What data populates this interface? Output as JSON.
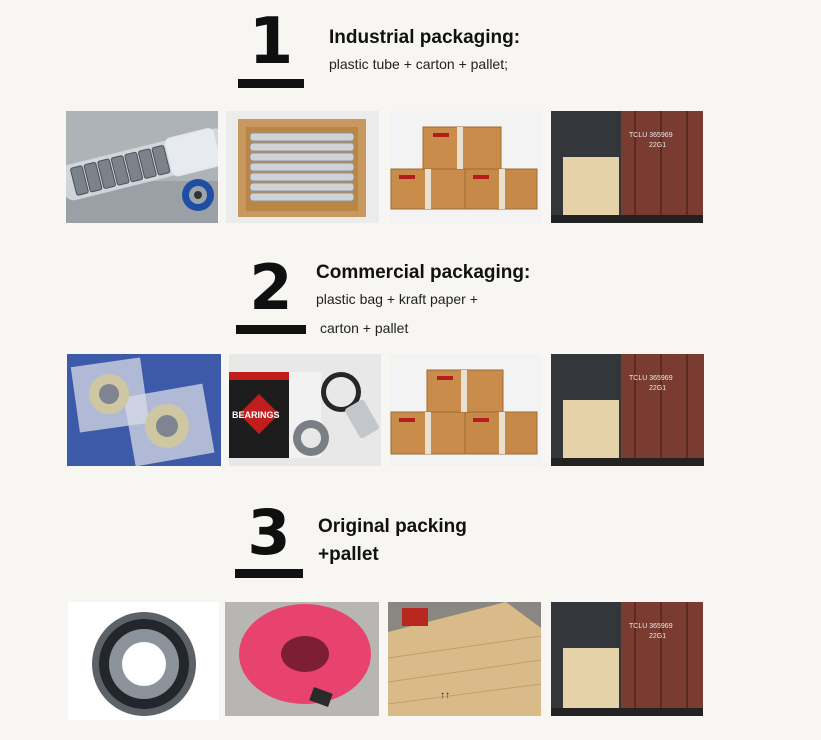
{
  "sections": [
    {
      "number": "1",
      "title": "Industrial packaging:",
      "desc_line1": "plastic tube + carton + pallet;",
      "photos": [
        "bearings-in-plastic-tube",
        "tubes-in-carton",
        "stacked-cartons",
        "shipping-container"
      ]
    },
    {
      "number": "2",
      "title": "Commercial packaging:",
      "desc_line1": "plastic bag + kraft paper +",
      "desc_line2": "carton + pallet",
      "photos": [
        "bearings-in-plastic-bags",
        "branded-box-with-bearings",
        "stacked-cartons",
        "shipping-container"
      ]
    },
    {
      "number": "3",
      "title_line1": "Original packing",
      "title_line2": "+pallet",
      "photos": [
        "single-bearing",
        "pink-wrapped-bearing",
        "wooden-crate",
        "shipping-container"
      ]
    }
  ],
  "image_text": {
    "brand_box_label": "BEARINGS",
    "container_code": "TCLU 365969",
    "container_code2": "22G1"
  }
}
